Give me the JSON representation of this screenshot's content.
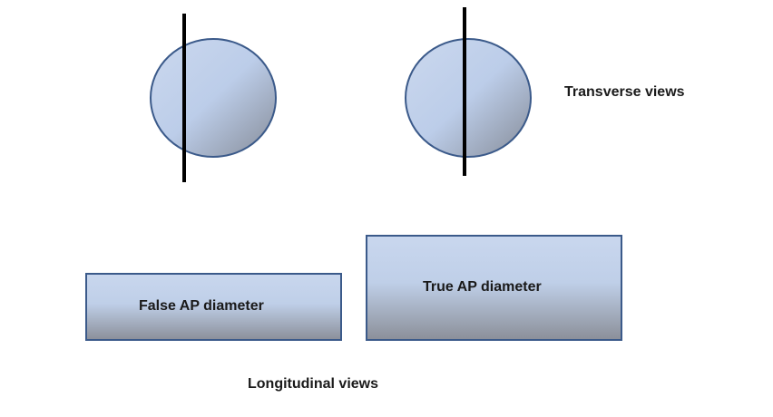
{
  "transverse_label": "Transverse views",
  "longitudinal_label": "Longitudinal views",
  "false_box_label": "False AP diameter",
  "true_box_label": "True AP diameter",
  "colors": {
    "stroke": "#3b5a8a",
    "fill_light": "#c6d5ee",
    "fill_dark": "#8a8f9c",
    "line": "#000000"
  }
}
